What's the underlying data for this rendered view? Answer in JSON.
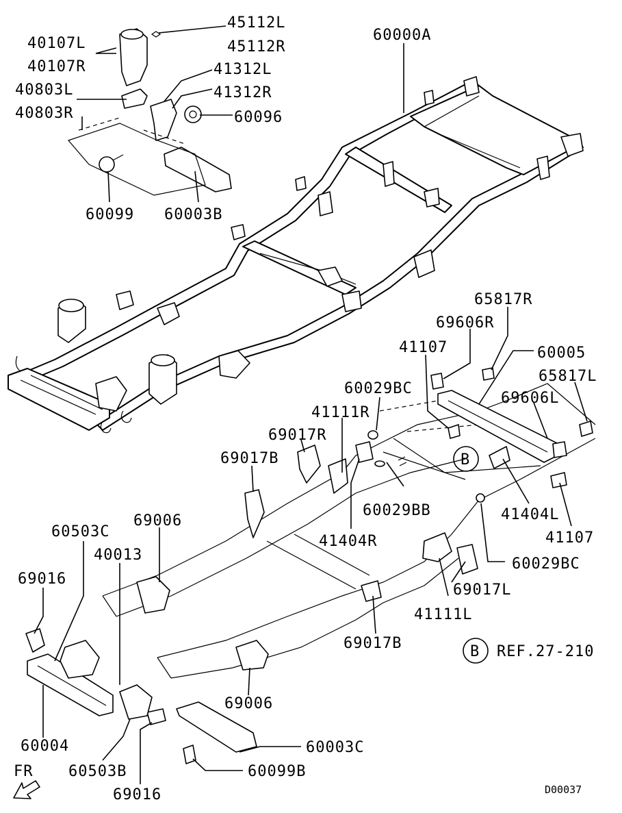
{
  "parts": [
    {
      "id": "p45112L",
      "label": "45112L"
    },
    {
      "id": "p45112R",
      "label": "45112R"
    },
    {
      "id": "p40107L",
      "label": "40107L"
    },
    {
      "id": "p40107R",
      "label": "40107R"
    },
    {
      "id": "p41312L",
      "label": "41312L"
    },
    {
      "id": "p41312R",
      "label": "41312R"
    },
    {
      "id": "p40803L",
      "label": "40803L"
    },
    {
      "id": "p40803R",
      "label": "40803R"
    },
    {
      "id": "p60096",
      "label": "60096"
    },
    {
      "id": "p60099",
      "label": "60099"
    },
    {
      "id": "p60003B",
      "label": "60003B"
    },
    {
      "id": "p60000A",
      "label": "60000A"
    },
    {
      "id": "p65817R",
      "label": "65817R"
    },
    {
      "id": "p69606R",
      "label": "69606R"
    },
    {
      "id": "p41107a",
      "label": "41107"
    },
    {
      "id": "p60005",
      "label": "60005"
    },
    {
      "id": "p60029BCa",
      "label": "60029BC"
    },
    {
      "id": "p65817L",
      "label": "65817L"
    },
    {
      "id": "p69606L",
      "label": "69606L"
    },
    {
      "id": "p41111R",
      "label": "41111R"
    },
    {
      "id": "p69017R",
      "label": "69017R"
    },
    {
      "id": "p69017Ba",
      "label": "69017B"
    },
    {
      "id": "p60029BB",
      "label": "60029BB"
    },
    {
      "id": "p41404L",
      "label": "41404L"
    },
    {
      "id": "p41107b",
      "label": "41107"
    },
    {
      "id": "p69006a",
      "label": "69006"
    },
    {
      "id": "p60503C",
      "label": "60503C"
    },
    {
      "id": "p41404R",
      "label": "41404R"
    },
    {
      "id": "p40013",
      "label": "40013"
    },
    {
      "id": "p60029BCb",
      "label": "60029BC"
    },
    {
      "id": "p69016a",
      "label": "69016"
    },
    {
      "id": "p69017L",
      "label": "69017L"
    },
    {
      "id": "p41111L",
      "label": "41111L"
    },
    {
      "id": "p69017Bb",
      "label": "69017B"
    },
    {
      "id": "p69006b",
      "label": "69006"
    },
    {
      "id": "p60004",
      "label": "60004"
    },
    {
      "id": "p60003C",
      "label": "60003C"
    },
    {
      "id": "p60099B",
      "label": "60099B"
    },
    {
      "id": "p60503B",
      "label": "60503B"
    },
    {
      "id": "p69016b",
      "label": "69016"
    }
  ],
  "ref": {
    "marker": "B",
    "text": "REF.27-210"
  },
  "callout_marker": "B",
  "direction": "FR",
  "drawing_code": "D00037"
}
